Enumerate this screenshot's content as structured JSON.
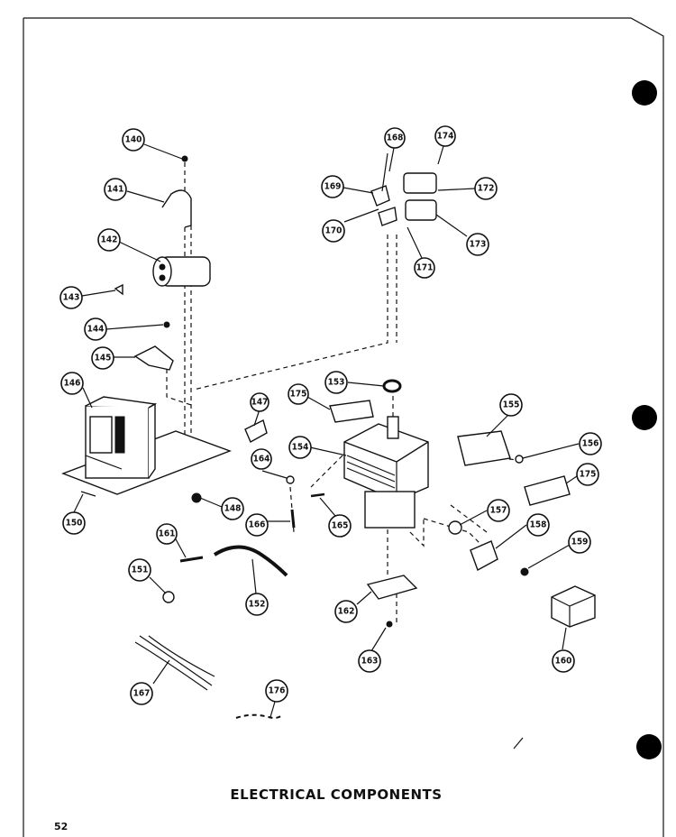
{
  "title": "ELECTRICAL COMPONENTS",
  "page_number": "52",
  "callouts": [
    "140",
    "141",
    "142",
    "143",
    "144",
    "145",
    "146",
    "147",
    "148",
    "150",
    "151",
    "152",
    "153",
    "154",
    "155",
    "156",
    "157",
    "158",
    "159",
    "160",
    "161",
    "162",
    "163",
    "164",
    "165",
    "166",
    "167",
    "168",
    "169",
    "170",
    "171",
    "172",
    "173",
    "174",
    "175",
    "175",
    "176"
  ]
}
